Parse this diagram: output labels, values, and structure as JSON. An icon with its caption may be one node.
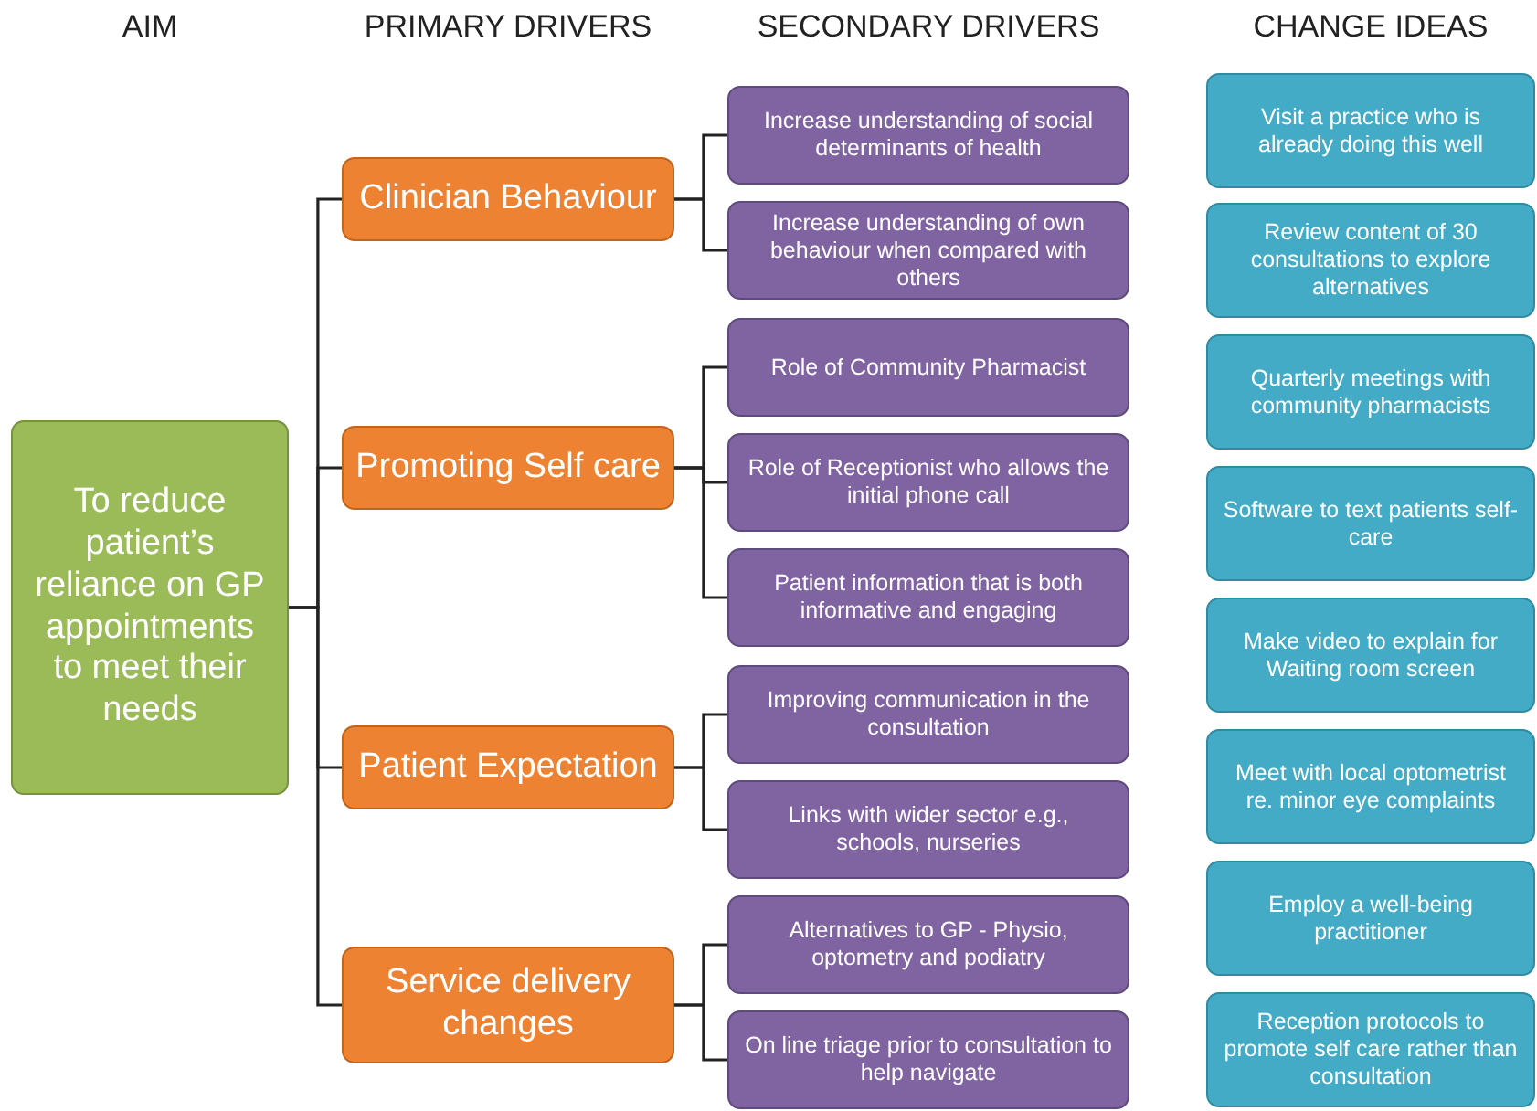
{
  "diagram": {
    "nodes": [
      {
        "text": [
          "To reduce patient’s reliance on GP appointments to meet their needs"
        ]
      },
      {
        "text": [
          "Clinician Behaviour"
        ]
      },
      {
        "text": [
          "Promoting Self care"
        ]
      },
      {
        "text": [
          "Patient Expectation"
        ]
      },
      {
        "text": [
          "Service delivery changes"
        ]
      },
      {
        "text": [
          "Increase understanding of social determinants of health"
        ]
      },
      {
        "text": [
          "Increase understanding of own behaviour when compared with others"
        ]
      },
      {
        "text": [
          "Role of Community Pharmacist"
        ]
      },
      {
        "text": [
          "Role of Receptionist who allows the initial phone call"
        ]
      },
      {
        "text": [
          "Patient information that is both informative and engaging"
        ]
      },
      {
        "text": [
          "Improving communication in the consultation"
        ]
      },
      {
        "text": [
          "Links with wider sector e.g., schools, nurseries"
        ]
      },
      {
        "text": [
          "Alternatives to GP - Physio, optometry and podiatry"
        ]
      },
      {
        "text": [
          "On line triage prior to consultation to help navigate"
        ]
      },
      {
        "text": [
          "Visit a practice who is already doing this well"
        ]
      },
      {
        "text": [
          "Review content of 30 consultations to explore alternatives"
        ]
      },
      {
        "text": [
          "Quarterly meetings with community pharmacists"
        ]
      },
      {
        "text": [
          "Software to text patients self-care"
        ]
      },
      {
        "text": [
          "Make video to explain for Waiting room screen"
        ]
      },
      {
        "text": [
          "Meet with local optometrist re. minor eye complaints"
        ]
      },
      {
        "text": [
          "Employ a well-being practitioner"
        ]
      },
      {
        "text": [
          "Reception protocols to promote self care rather than consultation"
        ]
      }
    ],
    "edges": [
      {
        "from": 0,
        "to": 1,
        "arrow": "none"
      },
      {
        "from": 0,
        "to": 2,
        "arrow": "none"
      },
      {
        "from": 0,
        "to": 3,
        "arrow": "none"
      },
      {
        "from": 0,
        "to": 4,
        "arrow": "none"
      },
      {
        "from": 1,
        "to": 5,
        "arrow": "none"
      },
      {
        "from": 1,
        "to": 6,
        "arrow": "none"
      },
      {
        "from": 2,
        "to": 7,
        "arrow": "none"
      },
      {
        "from": 2,
        "to": 8,
        "arrow": "none"
      },
      {
        "from": 2,
        "to": 9,
        "arrow": "none"
      },
      {
        "from": 3,
        "to": 10,
        "arrow": "none"
      },
      {
        "from": 3,
        "to": 11,
        "arrow": "none"
      },
      {
        "from": 4,
        "to": 12,
        "arrow": "none"
      },
      {
        "from": 4,
        "to": 13,
        "arrow": "none"
      }
    ],
    "labels": [
      "AIM",
      "PRIMARY DRIVERS",
      "SECONDARY DRIVERS",
      "CHANGE IDEAS"
    ]
  }
}
